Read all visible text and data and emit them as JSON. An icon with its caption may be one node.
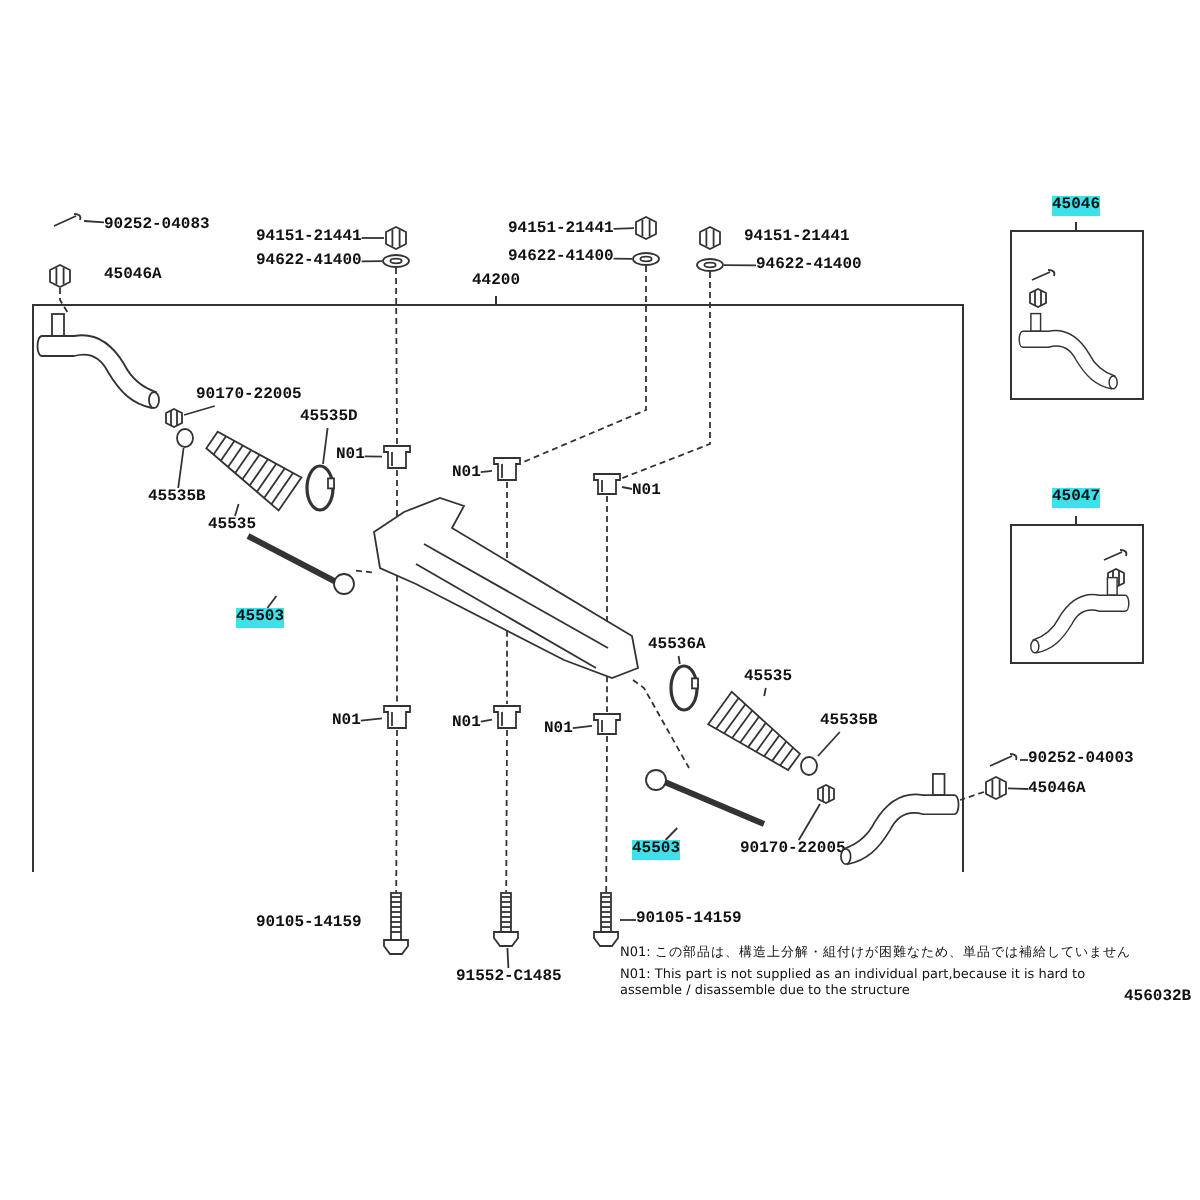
{
  "diagram": {
    "nodes": [
      {
        "text": [
          "44200"
        ]
      },
      {
        "text": [
          "45046"
        ]
      },
      {
        "text": [
          "45047"
        ]
      },
      {
        "text": [
          "90252-04083"
        ]
      },
      {
        "text": [],
        "shape": "picture"
      },
      {
        "text": [],
        "shape": "picture",
        "beside": [
          "45046A"
        ]
      },
      {
        "text": [
          "94151-21441"
        ]
      },
      {
        "text": [],
        "shape": "picture"
      },
      {
        "text": [
          "94622-41400"
        ]
      },
      {
        "text": [],
        "shape": "picture"
      },
      {
        "text": [
          "94151-21441"
        ]
      },
      {
        "text": [],
        "shape": "picture"
      },
      {
        "text": [
          "94622-41400"
        ]
      },
      {
        "text": [],
        "shape": "picture"
      },
      {
        "text": [],
        "shape": "picture",
        "beside": [
          "94151-21441"
        ]
      },
      {
        "text": [],
        "shape": "picture"
      },
      {
        "text": [
          "94622-41400"
        ]
      },
      {
        "text": [],
        "shape": "picture",
        "in": 0
      },
      {
        "text": [
          "90170-22005"
        ],
        "in": 0
      },
      {
        "text": [],
        "shape": "picture",
        "in": 0
      },
      {
        "text": [
          "45535B"
        ],
        "in": 0
      },
      {
        "text": [],
        "shape": "circle",
        "in": 0
      },
      {
        "text": [
          "45535D"
        ],
        "in": 0
      },
      {
        "text": [],
        "shape": "picture",
        "in": 0
      },
      {
        "text": [],
        "shape": "picture",
        "in": 0
      },
      {
        "text": [
          "45535"
        ],
        "in": 0
      },
      {
        "text": [
          "N01"
        ],
        "in": 0
      },
      {
        "text": [],
        "shape": "picture",
        "in": 0
      },
      {
        "text": [
          "N01"
        ],
        "in": 0
      },
      {
        "text": [],
        "shape": "picture",
        "in": 0
      },
      {
        "text": [],
        "shape": "picture",
        "in": 0
      },
      {
        "text": [
          "45503"
        ],
        "in": 0
      },
      {
        "text": [],
        "shape": "picture",
        "in": 0
      },
      {
        "text": [
          "N01"
        ],
        "in": 0
      },
      {
        "text": [],
        "shape": "picture",
        "in": 0
      },
      {
        "text": [
          "N01"
        ],
        "in": 0
      },
      {
        "text": [],
        "shape": "picture",
        "in": 0
      },
      {
        "text": [
          "N01"
        ],
        "in": 0
      },
      {
        "text": [],
        "shape": "picture",
        "in": 0
      },
      {
        "text": [
          "45536A"
        ],
        "in": 0
      },
      {
        "text": [],
        "shape": "picture",
        "in": 0
      },
      {
        "text": [
          "N01"
        ],
        "in": 0
      },
      {
        "text": [],
        "shape": "picture",
        "in": 0
      },
      {
        "text": [
          "45535"
        ],
        "in": 0
      },
      {
        "text": [],
        "shape": "picture",
        "in": 0
      },
      {
        "text": [
          "45535B"
        ],
        "in": 0
      },
      {
        "text": [],
        "shape": "circle",
        "in": 0
      },
      {
        "text": [
          "45503"
        ],
        "in": 0
      },
      {
        "text": [],
        "shape": "picture",
        "in": 0
      },
      {
        "text": [
          "90170-22005"
        ],
        "in": 0
      },
      {
        "text": [],
        "shape": "picture",
        "in": 0
      },
      {
        "text": [],
        "shape": "picture",
        "in": 0
      },
      {
        "text": [
          "90252-04003"
        ]
      },
      {
        "text": [],
        "shape": "picture"
      },
      {
        "text": [
          "45046A"
        ]
      },
      {
        "text": [],
        "shape": "picture"
      },
      {
        "text": [],
        "shape": "picture",
        "beside": [
          "90105-14159"
        ]
      },
      {
        "text": [],
        "shape": "picture"
      },
      {
        "text": [],
        "shape": "picture"
      },
      {
        "text": [
          "90105-14159"
        ]
      },
      {
        "text": [
          "91552-C1485"
        ]
      }
    ],
    "edges": [
      {
        "from": 3,
        "to": 4,
        "arrow": "none"
      },
      {
        "from": 5,
        "to": 17,
        "arrow": "none",
        "style": "dashed"
      },
      {
        "from": 6,
        "to": 7,
        "arrow": "none"
      },
      {
        "from": 8,
        "to": 9,
        "arrow": "none"
      },
      {
        "from": 10,
        "to": 11,
        "arrow": "none"
      },
      {
        "from": 12,
        "to": 13,
        "arrow": "none"
      },
      {
        "from": 16,
        "to": 15,
        "arrow": "none"
      },
      {
        "from": 9,
        "to": 27,
        "arrow": "none",
        "style": "dashed"
      },
      {
        "from": 13,
        "to": 29,
        "arrow": "none",
        "style": "dashed"
      },
      {
        "from": 15,
        "to": 34,
        "arrow": "none",
        "style": "dashed"
      },
      {
        "from": 18,
        "to": 19,
        "arrow": "none"
      },
      {
        "from": 20,
        "to": 21,
        "arrow": "none"
      },
      {
        "from": 22,
        "to": 23,
        "arrow": "none"
      },
      {
        "from": 25,
        "to": 24,
        "arrow": "none"
      },
      {
        "from": 26,
        "to": 27,
        "arrow": "none"
      },
      {
        "from": 28,
        "to": 29,
        "arrow": "none"
      },
      {
        "from": 27,
        "to": 30,
        "arrow": "none",
        "style": "dashed"
      },
      {
        "from": 29,
        "to": 30,
        "arrow": "none",
        "style": "dashed"
      },
      {
        "from": 32,
        "to": 30,
        "arrow": "none",
        "style": "dashed"
      },
      {
        "from": 31,
        "to": 32,
        "arrow": "none"
      },
      {
        "from": 33,
        "to": 34,
        "arrow": "none"
      },
      {
        "from": 34,
        "to": 30,
        "arrow": "none",
        "style": "dashed"
      },
      {
        "from": 35,
        "to": 36,
        "arrow": "none"
      },
      {
        "from": 37,
        "to": 38,
        "arrow": "none"
      },
      {
        "from": 39,
        "to": 40,
        "arrow": "none"
      },
      {
        "from": 41,
        "to": 42,
        "arrow": "none"
      },
      {
        "from": 43,
        "to": 44,
        "arrow": "none"
      },
      {
        "from": 45,
        "to": 46,
        "arrow": "none"
      },
      {
        "from": 30,
        "to": 48,
        "arrow": "none",
        "style": "dashed"
      },
      {
        "from": 47,
        "to": 48,
        "arrow": "none"
      },
      {
        "from": 49,
        "to": 50,
        "arrow": "none"
      },
      {
        "from": 52,
        "to": 53,
        "arrow": "none"
      },
      {
        "from": 54,
        "to": 55,
        "arrow": "none"
      },
      {
        "from": 55,
        "to": 51,
        "arrow": "none",
        "style": "dashed"
      },
      {
        "from": 36,
        "to": 56,
        "arrow": "none",
        "style": "dashed"
      },
      {
        "from": 38,
        "to": 57,
        "arrow": "none",
        "style": "dashed"
      },
      {
        "from": 42,
        "to": 58,
        "arrow": "none",
        "style": "dashed"
      },
      {
        "from": 59,
        "to": 58,
        "arrow": "none"
      },
      {
        "from": 60,
        "to": 57,
        "arrow": "none"
      },
      {
        "from": 30,
        "to": 36,
        "arrow": "none",
        "style": "dashed"
      },
      {
        "from": 30,
        "to": 38,
        "arrow": "none",
        "style": "dashed"
      },
      {
        "from": 30,
        "to": 42,
        "arrow": "none",
        "style": "dashed"
      }
    ],
    "labels": [
      "N01: この部品は、構造上分解・組付けが困難なため、単品では補給していません",
      "N01: This part is not supplied as an individual part,because it is hard to assemble / disassemble due to the structure",
      "456032B"
    ]
  }
}
